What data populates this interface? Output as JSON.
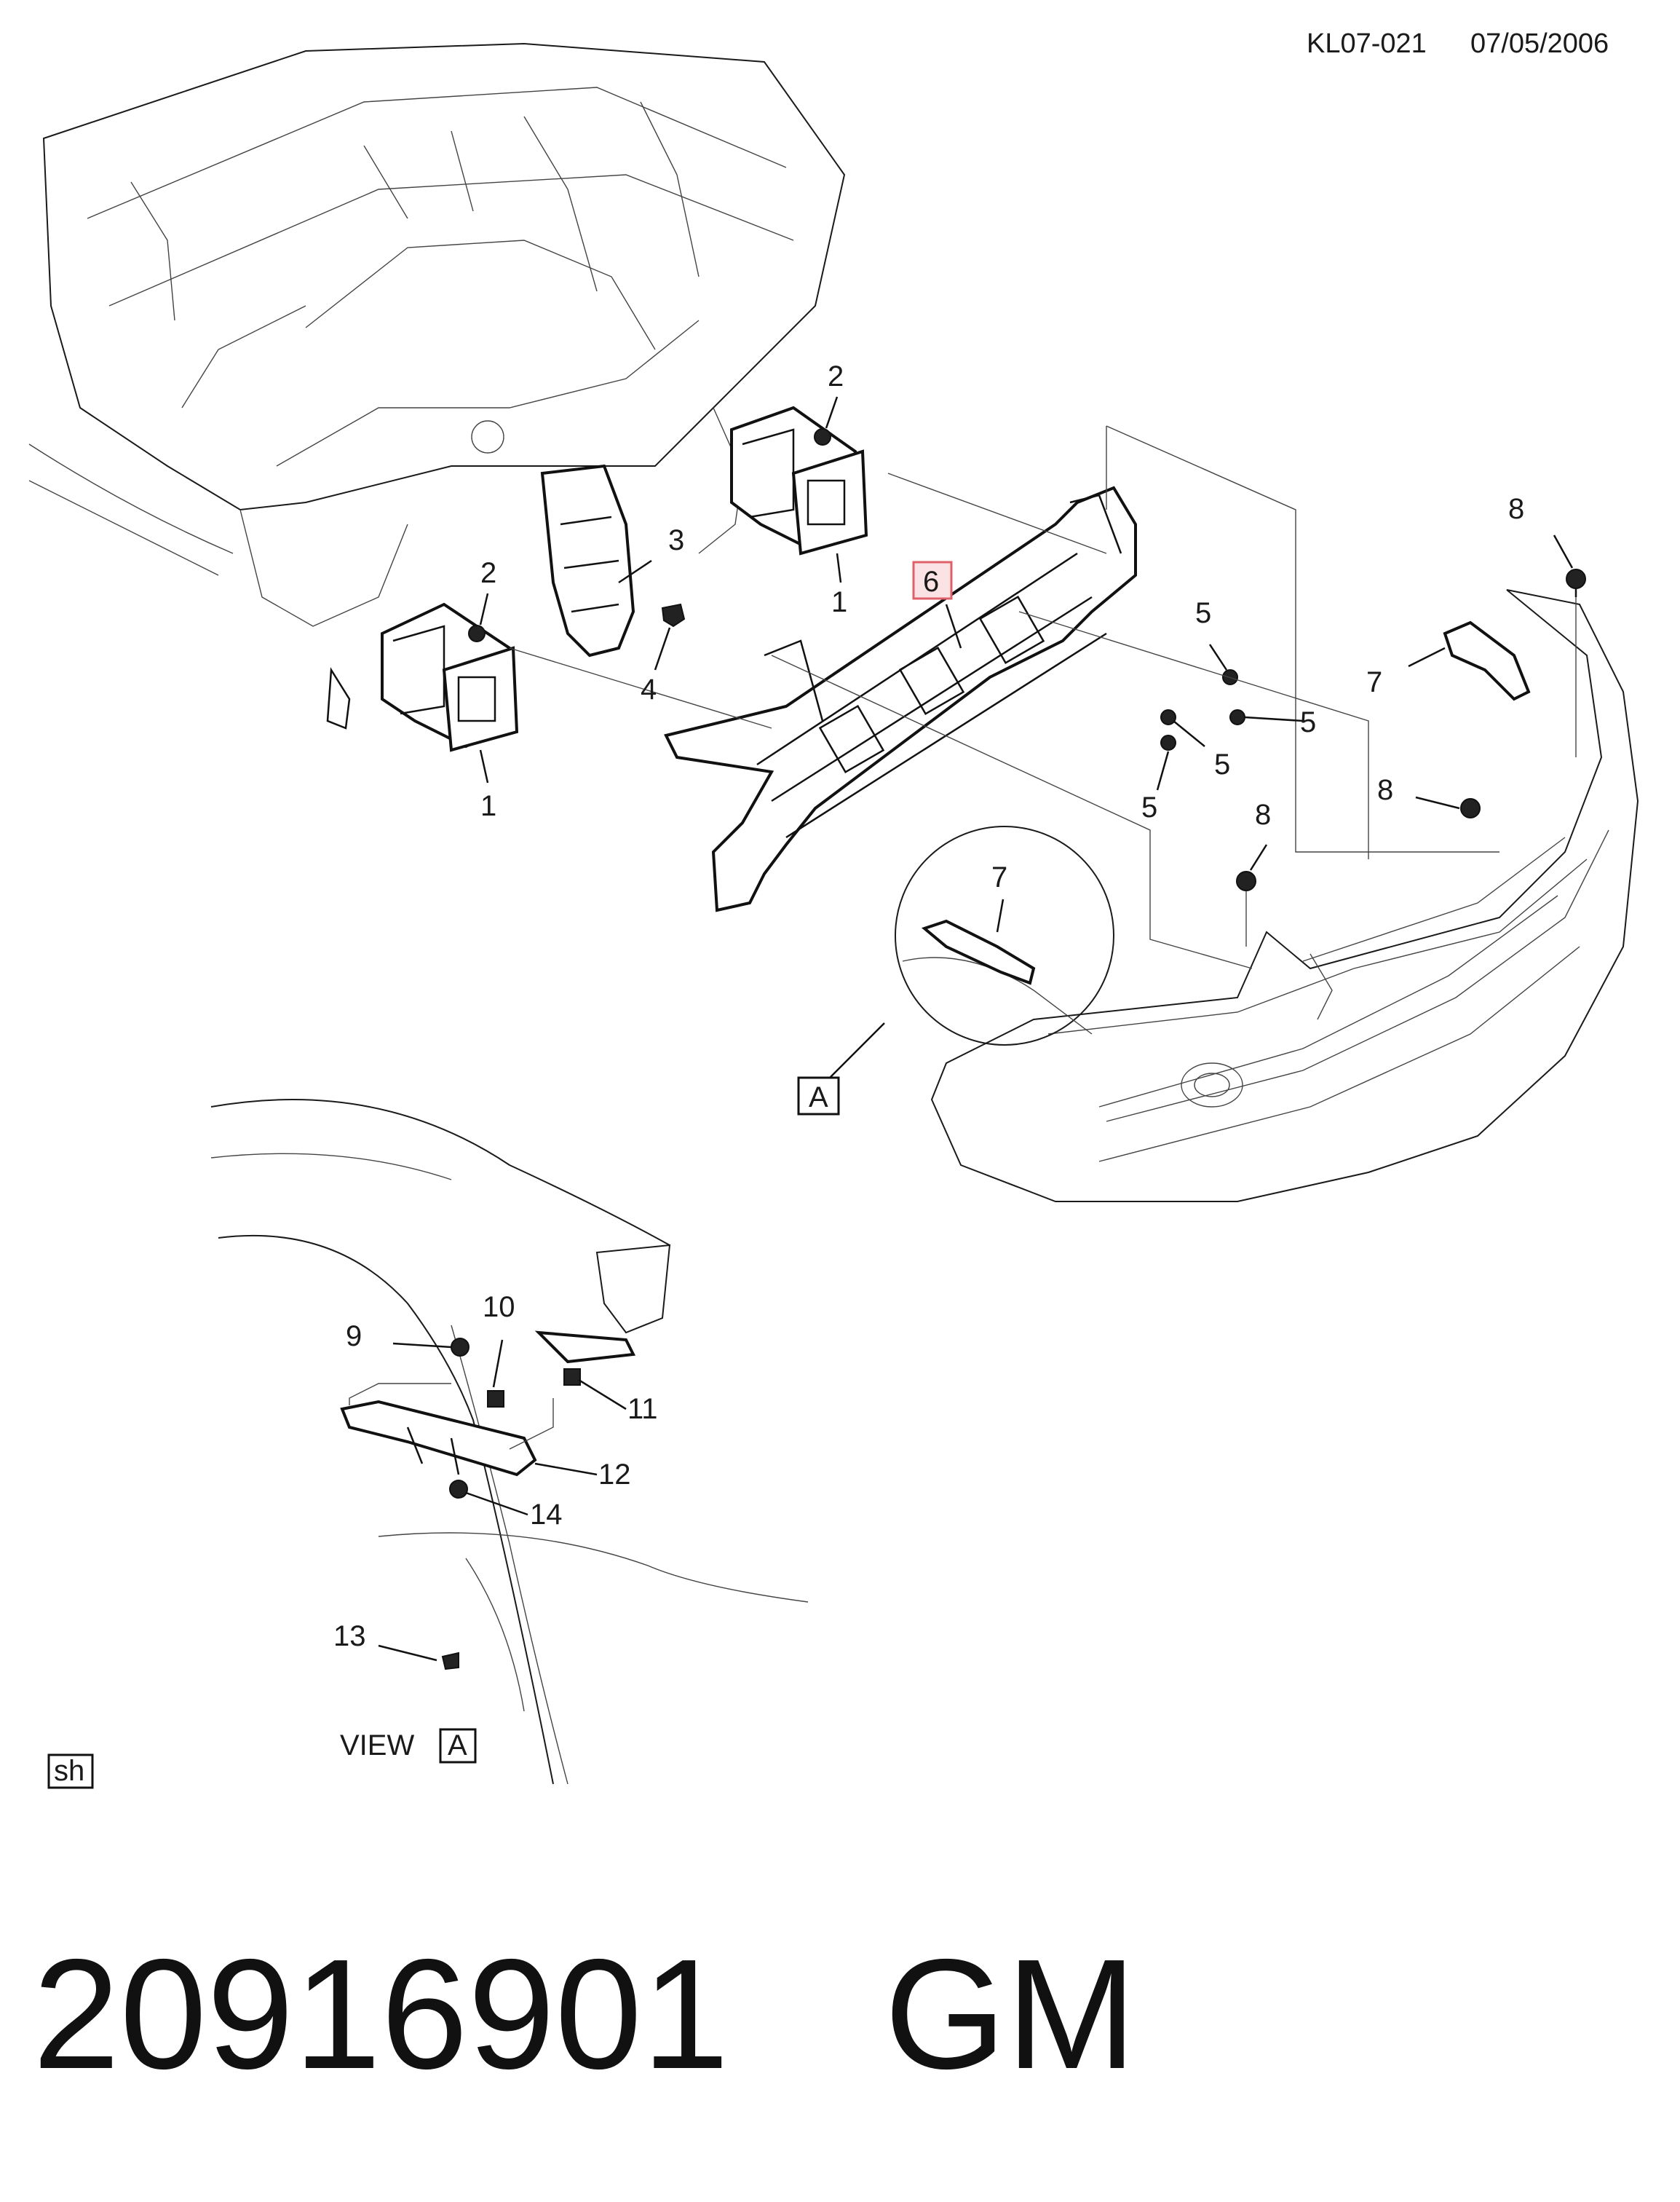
{
  "header": {
    "doc_code": "KL07-021",
    "date": "07/05/2006"
  },
  "callouts": {
    "c1a": "1",
    "c1b": "1",
    "c2a": "2",
    "c2b": "2",
    "c3": "3",
    "c4": "4",
    "c5a": "5",
    "c5b": "5",
    "c5c": "5",
    "c5d": "5",
    "c6": "6",
    "c7a": "7",
    "c7b": "7",
    "c8a": "8",
    "c8b": "8",
    "c8c": "8",
    "c9": "9",
    "c10": "10",
    "c11": "11",
    "c12": "12",
    "c13": "13",
    "c14": "14"
  },
  "view_ref": {
    "box_letter": "A",
    "view_word": "VIEW",
    "view_letter": "A"
  },
  "sh_tag": "sh",
  "footer": {
    "part_number": "20916901",
    "brand": "GM"
  },
  "colors": {
    "highlight_border": "#e0606a",
    "highlight_fill": "#fbe3e5",
    "line": "#1a1a1a"
  }
}
